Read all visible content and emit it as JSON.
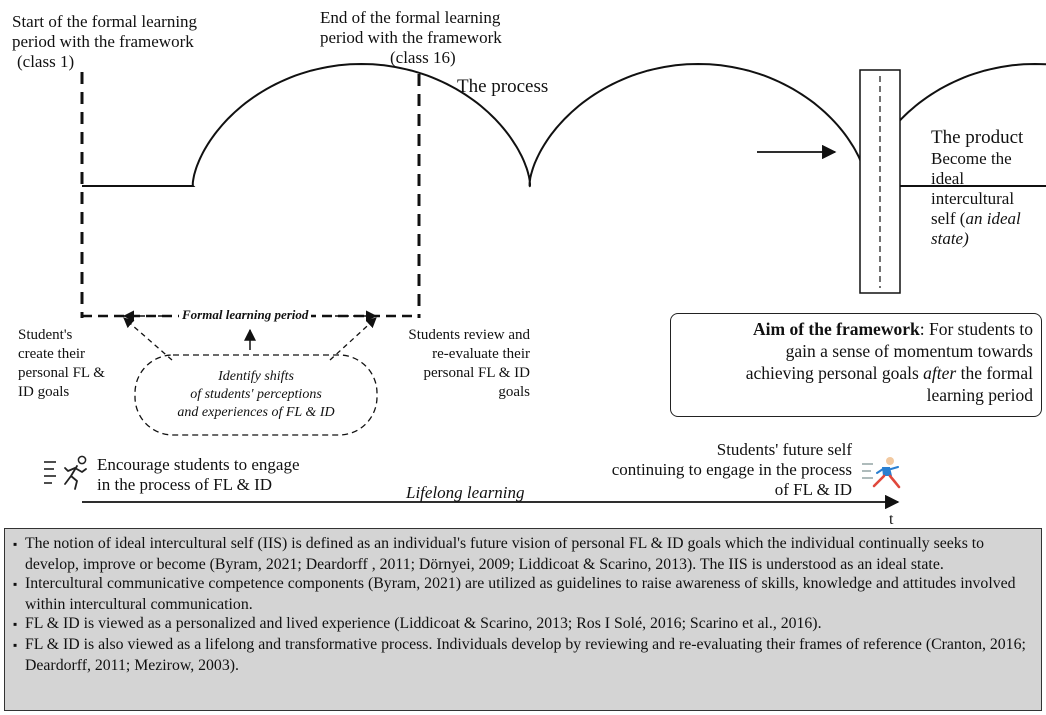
{
  "diagram": {
    "start_label": [
      "Start of the formal learning",
      "period with the framework",
      "(class 1)"
    ],
    "end_label": [
      "End of the formal learning",
      "period with the framework",
      "(class 16)"
    ],
    "process_label": "The process",
    "product": {
      "title": "The product",
      "lines": [
        "Become the",
        "ideal",
        "intercultural",
        "self ("
      ],
      "italic_a": "an ideal",
      "italic_b": "state)"
    },
    "formal_period_label": "Formal learning period",
    "students_create": [
      "Student's",
      "create their",
      "personal FL &",
      "ID goals"
    ],
    "students_review": [
      "Students review and",
      "re-evaluate their",
      "personal FL & ID",
      "goals"
    ],
    "identify_shifts": [
      "Identify shifts",
      "of students' perceptions",
      "and experiences of FL & ID"
    ],
    "aim": {
      "bold": "Aim of the framework",
      "text_1": ": For students to",
      "line_2": "gain a sense of momentum towards",
      "line_3a": "achieving personal goals ",
      "line_3_italic": "after",
      "line_3b": " the formal",
      "line_4": "learning period"
    },
    "encourage": [
      "Encourage students to engage",
      "in the process of FL & ID"
    ],
    "future_self": [
      "Students' future self",
      "continuing to engage in the process",
      "of FL & ID"
    ],
    "lifelong_label": "Lifelong learning",
    "time_axis_label": "t"
  },
  "notes": [
    "The notion of ideal intercultural self (IIS) is defined as an individual's future vision of personal FL & ID goals which the individual continually seeks to develop, improve or become (Byram, 2021; Deardorff , 2011; Dörnyei, 2009; Liddicoat & Scarino, 2013). The IIS is understood as an ideal state.",
    "Intercultural communicative competence components (Byram, 2021) are utilized as guidelines to raise awareness of skills, knowledge and attitudes involved within intercultural communication.",
    "FL & ID is viewed as a personalized and lived experience (Liddicoat & Scarino, 2013; Ros I Solé, 2016; Scarino et al., 2016).",
    "FL & ID is also viewed as a lifelong and transformative process. Individuals develop by reviewing and re-evaluating their frames of reference (Cranton, 2016; Deardorff, 2011; Mezirow, 2003)."
  ],
  "icons": [
    "runner-icon",
    "runner-icon"
  ],
  "colors": {
    "note_background": "#d4d4d4",
    "runner_accent": "#e0483c",
    "runner_blue": "#2a7fd0"
  }
}
